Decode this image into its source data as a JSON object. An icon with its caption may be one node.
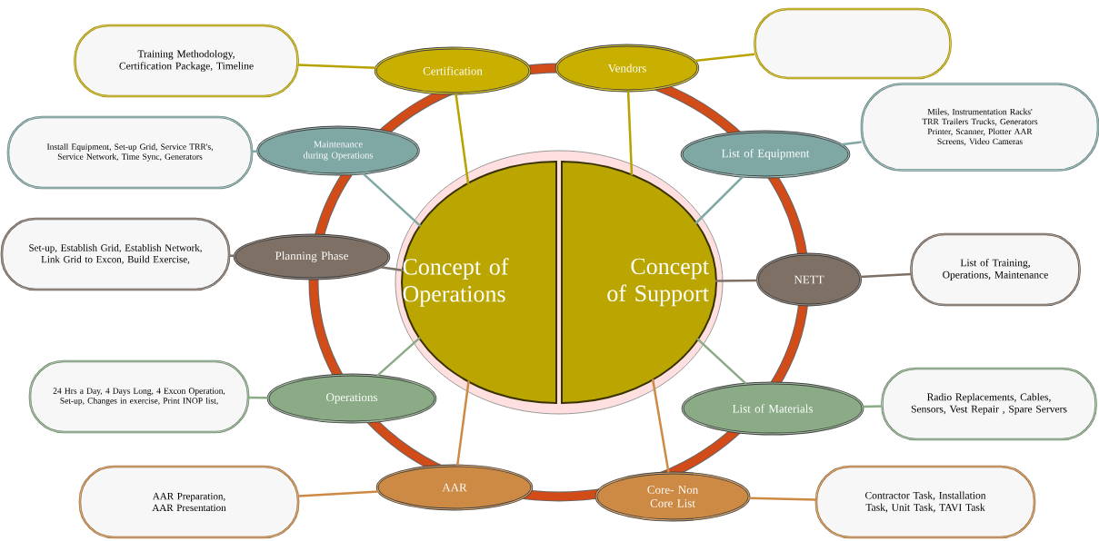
{
  "diagram": {
    "nodes": [
      {
        "text": [
          "Concept of Operations"
        ]
      },
      {
        "text": [
          "Concept of Support"
        ]
      },
      {
        "text": [
          "Certification"
        ]
      },
      {
        "text": [
          "Training Methodology, Certification Package, Timeline"
        ]
      },
      {
        "text": [
          "Vendors"
        ]
      },
      {
        "text": [],
        "shape": "box"
      },
      {
        "text": [
          "Maintenance during Operations"
        ]
      },
      {
        "text": [
          "Install Equipment, Set-up Grid, Service TRR's, Service Network, Time Sync, Generators"
        ]
      },
      {
        "text": [
          "List of Equipment"
        ]
      },
      {
        "text": [
          "Miles, Instrumentation Racks' TRR Trailers Trucks, Generators Printer, Scanner, Plotter AAR Screens, Video Cameras"
        ]
      },
      {
        "text": [
          "Planning Phase"
        ]
      },
      {
        "text": [
          "Set-up, Establish Grid, Establish Network, Link Grid to Excon, Build Exercise,"
        ]
      },
      {
        "text": [
          "NETT"
        ]
      },
      {
        "text": [
          "List of Training, Operations, Maintenance"
        ]
      },
      {
        "text": [
          "Operations"
        ]
      },
      {
        "text": [
          "24 Hrs a Day, 4 Days Long, 4 Excon Operation, Set-up, Changes in exercise, Print INOP list,"
        ]
      },
      {
        "text": [
          "List of Materials"
        ]
      },
      {
        "text": [
          "Radio Replacements, Cables, Sensors, Vest Repair , Spare Servers"
        ]
      },
      {
        "text": [
          "AAR"
        ]
      },
      {
        "text": [
          "AAR Preparation, AAR Presentation"
        ]
      },
      {
        "text": [
          "Core- Non Core List"
        ]
      },
      {
        "text": [
          "Contractor Task, Installation Task, Unit Task, TAVI Task"
        ]
      }
    ],
    "edges": [
      {
        "from": 2,
        "to": 0,
        "arrow": "none",
        "color": "#b8a200"
      },
      {
        "from": 2,
        "to": 3,
        "arrow": "none",
        "color": "#b8a200"
      },
      {
        "from": 4,
        "to": 1,
        "arrow": "none",
        "color": "#b8a200"
      },
      {
        "from": 4,
        "to": 5,
        "arrow": "none",
        "color": "#b8a200"
      },
      {
        "from": 6,
        "to": 0,
        "arrow": "none",
        "color": "#7fa8a5"
      },
      {
        "from": 6,
        "to": 7,
        "arrow": "none",
        "color": "#7fa8a5"
      },
      {
        "from": 8,
        "to": 1,
        "arrow": "none",
        "color": "#7fa8a5"
      },
      {
        "from": 8,
        "to": 9,
        "arrow": "none",
        "color": "#7fa8a5"
      },
      {
        "from": 10,
        "to": 0,
        "arrow": "none",
        "color": "#7e7065"
      },
      {
        "from": 10,
        "to": 11,
        "arrow": "none",
        "color": "#7e7065"
      },
      {
        "from": 12,
        "to": 1,
        "arrow": "none",
        "color": "#7e7065"
      },
      {
        "from": 12,
        "to": 13,
        "arrow": "none",
        "color": "#7e7065"
      },
      {
        "from": 14,
        "to": 0,
        "arrow": "none",
        "color": "#8aab86"
      },
      {
        "from": 14,
        "to": 15,
        "arrow": "none",
        "color": "#8aab86"
      },
      {
        "from": 16,
        "to": 1,
        "arrow": "none",
        "color": "#8aab86"
      },
      {
        "from": 16,
        "to": 17,
        "arrow": "none",
        "color": "#8aab86"
      },
      {
        "from": 18,
        "to": 0,
        "arrow": "none",
        "color": "#cc8a45"
      },
      {
        "from": 18,
        "to": 19,
        "arrow": "none",
        "color": "#cc8a45"
      },
      {
        "from": 20,
        "to": 1,
        "arrow": "none",
        "color": "#cc8a45"
      },
      {
        "from": 20,
        "to": 21,
        "arrow": "none",
        "color": "#cc8a45"
      }
    ]
  }
}
